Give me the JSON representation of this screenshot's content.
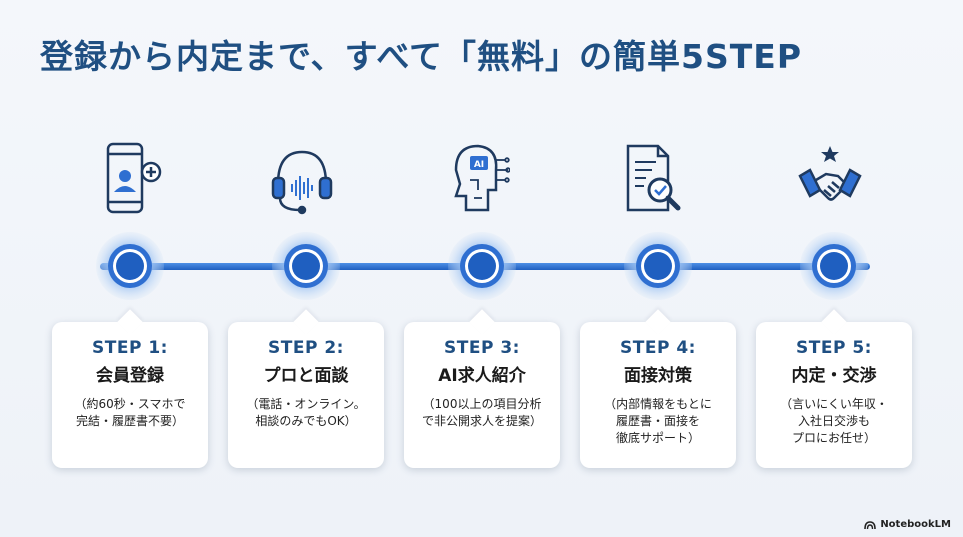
{
  "title": "登録から内定まで、すべて「無料」の簡単5STEP",
  "steps": [
    {
      "label": "STEP 1:",
      "title": "会員登録",
      "description": "（約60秒・スマホで\n完結・履歴書不要）",
      "icon": "smartphone-add-user-icon"
    },
    {
      "label": "STEP 2:",
      "title": "プロと面談",
      "description": "（電話・オンライン。\n相談のみでもOK）",
      "icon": "headset-icon"
    },
    {
      "label": "STEP 3:",
      "title": "AI求人紹介",
      "description": "（100以上の項目分析\nで非公開求人を提案）",
      "icon": "ai-head-icon"
    },
    {
      "label": "STEP 4:",
      "title": "面接対策",
      "description": "（内部情報をもとに\n履歴書・面接を\n徹底サポート）",
      "icon": "document-magnifier-icon"
    },
    {
      "label": "STEP 5:",
      "title": "内定・交渉",
      "description": "（言いにくい年収・\n入社日交渉も\nプロにお任せ）",
      "icon": "handshake-star-icon"
    }
  ],
  "brand": "NotebookLM",
  "colors": {
    "primary": "#1f4f82",
    "accent": "#2f6fd1",
    "glow": "#9cc2f2"
  }
}
